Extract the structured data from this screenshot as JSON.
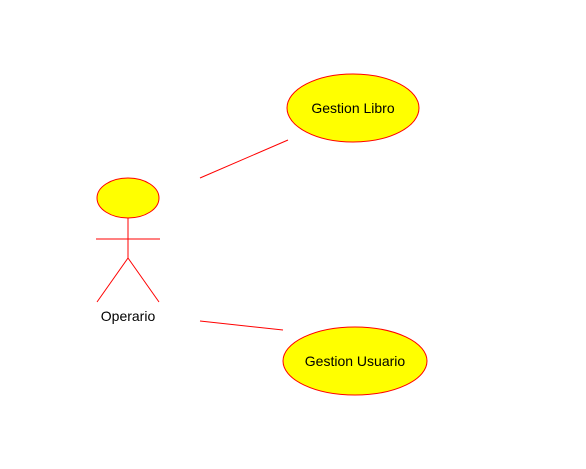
{
  "colors": {
    "stroke": "#ff0000",
    "fill": "#ffff00",
    "text": "#000000",
    "background": "#ffffff"
  },
  "diagram": {
    "type": "use-case",
    "actor": {
      "label": "Operario",
      "icon": "stick-figure-icon"
    },
    "use_cases": [
      {
        "label": "Gestion Libro"
      },
      {
        "label": "Gestion Usuario"
      }
    ],
    "associations": [
      {
        "from": "Operario",
        "to": "Gestion Libro"
      },
      {
        "from": "Operario",
        "to": "Gestion Usuario"
      }
    ]
  }
}
